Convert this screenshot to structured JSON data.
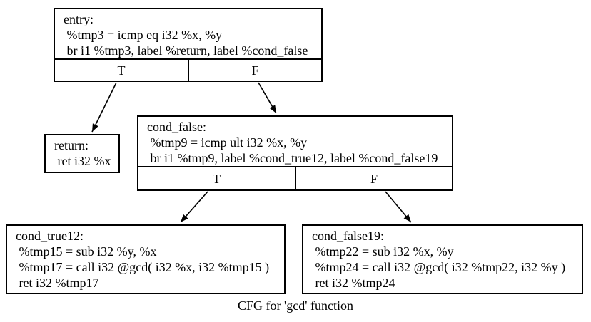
{
  "graph": {
    "caption": "CFG for 'gcd' function",
    "colors": {
      "background": "#ffffff",
      "node_fill": "#ffffff",
      "node_border": "#000000",
      "edge": "#000000",
      "text": "#000000"
    },
    "nodes": {
      "entry": {
        "lines": [
          "entry:",
          " %tmp3 = icmp eq i32 %x, %y",
          " br i1 %tmp3, label %return, label %cond_false"
        ],
        "true_label": "T",
        "false_label": "F"
      },
      "return": {
        "lines": [
          "return:",
          " ret i32 %x"
        ]
      },
      "cond_false": {
        "lines": [
          "cond_false:",
          " %tmp9 = icmp ult i32 %x, %y",
          " br i1 %tmp9, label %cond_true12, label %cond_false19"
        ],
        "true_label": "T",
        "false_label": "F"
      },
      "cond_true12": {
        "lines": [
          "cond_true12:",
          " %tmp15 = sub i32 %y, %x",
          " %tmp17 = call i32 @gcd( i32 %x, i32 %tmp15 )",
          " ret i32 %tmp17"
        ]
      },
      "cond_false19": {
        "lines": [
          "cond_false19:",
          " %tmp22 = sub i32 %x, %y",
          " %tmp24 = call i32 @gcd( i32 %tmp22, i32 %y )",
          " ret i32 %tmp24"
        ]
      }
    },
    "edges": [
      {
        "from": "entry",
        "port": "T",
        "to": "return"
      },
      {
        "from": "entry",
        "port": "F",
        "to": "cond_false"
      },
      {
        "from": "cond_false",
        "port": "T",
        "to": "cond_true12"
      },
      {
        "from": "cond_false",
        "port": "F",
        "to": "cond_false19"
      }
    ]
  }
}
